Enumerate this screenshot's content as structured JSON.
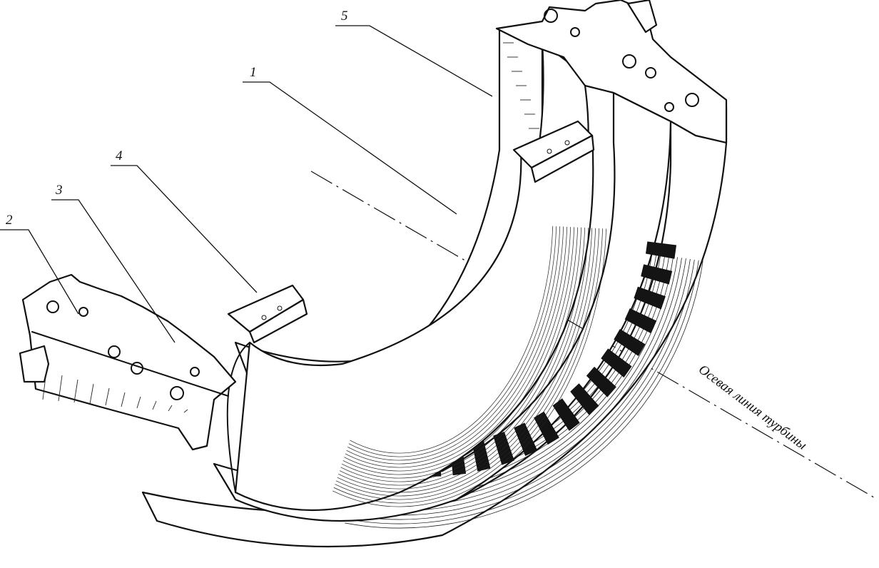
{
  "figure": {
    "callouts": [
      {
        "id": "1",
        "text": "1"
      },
      {
        "id": "2",
        "text": "2"
      },
      {
        "id": "3",
        "text": "3"
      },
      {
        "id": "4",
        "text": "4"
      },
      {
        "id": "5",
        "text": "5"
      }
    ],
    "axis_label": "Осевая линия турбины"
  },
  "colors": {
    "ink": "#111111",
    "paper": "#ffffff"
  }
}
